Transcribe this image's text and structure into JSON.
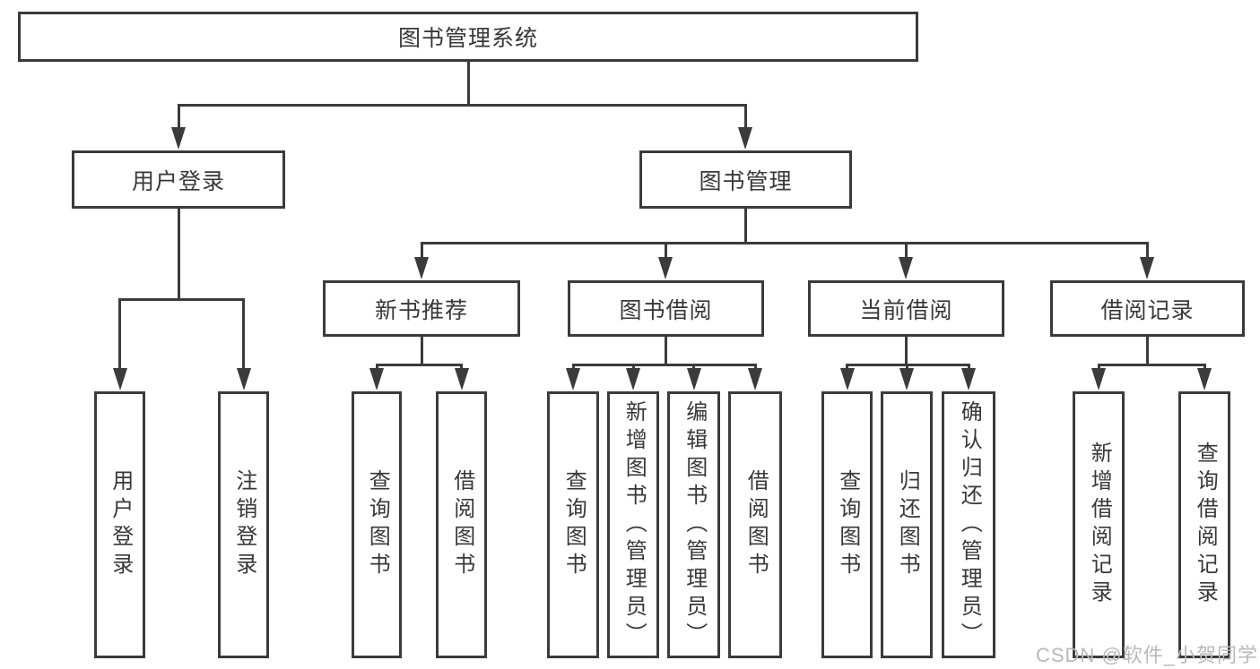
{
  "colors": {
    "line": "#3b3b3b",
    "text": "#383838",
    "watermark": "#b9b9b9",
    "background": "#ffffff"
  },
  "tree": {
    "root": "图书管理系统",
    "children": [
      {
        "label": "用户登录",
        "children": [
          {
            "label": "用户登录"
          },
          {
            "label": "注销登录"
          }
        ]
      },
      {
        "label": "图书管理",
        "children": [
          {
            "label": "新书推荐",
            "children": [
              {
                "label": "查询图书"
              },
              {
                "label": "借阅图书"
              }
            ]
          },
          {
            "label": "图书借阅",
            "children": [
              {
                "label": "查询图书"
              },
              {
                "label": "新增图书（管理员）"
              },
              {
                "label": "编辑图书（管理员）"
              },
              {
                "label": "借阅图书"
              }
            ]
          },
          {
            "label": "当前借阅",
            "children": [
              {
                "label": "查询图书"
              },
              {
                "label": "归还图书"
              },
              {
                "label": "确认归还（管理员）"
              }
            ]
          },
          {
            "label": "借阅记录",
            "children": [
              {
                "label": "新增借阅记录"
              },
              {
                "label": "查询借阅记录"
              }
            ]
          }
        ]
      }
    ]
  },
  "watermark": {
    "text": "CSDN @软件_小贺同学"
  }
}
